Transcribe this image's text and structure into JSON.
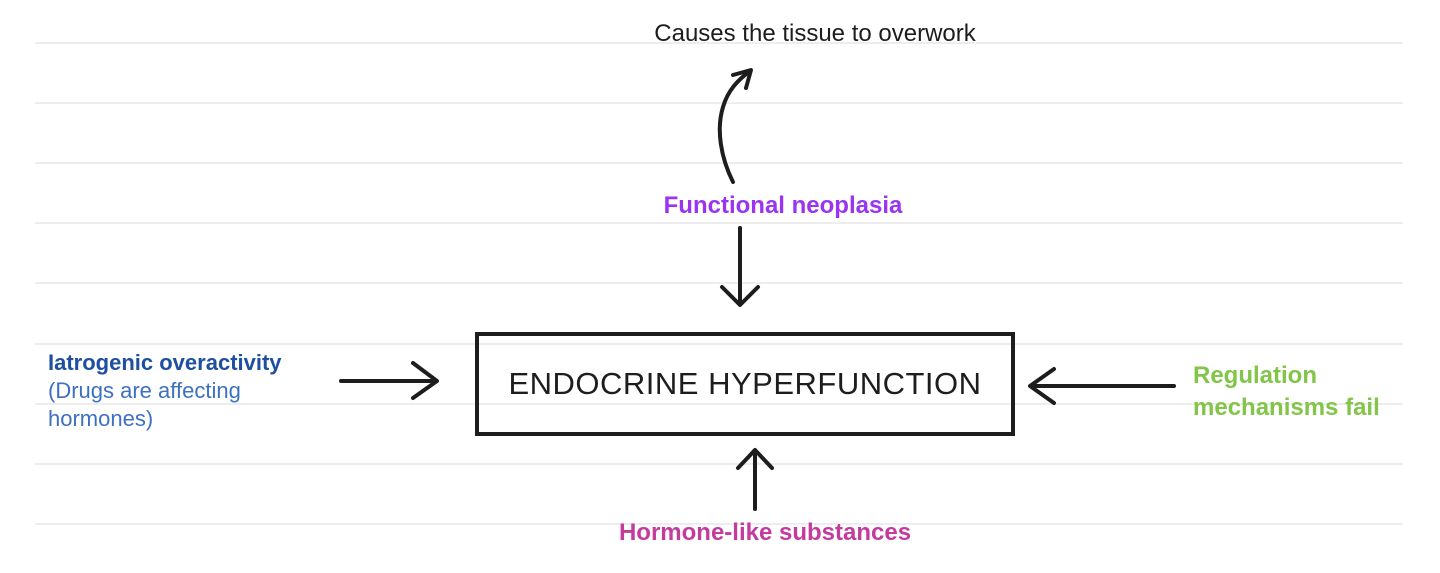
{
  "diagram": {
    "title_hint": "Concept map of causes of endocrine hyperfunction on ruled notebook background",
    "center_box": {
      "label": "ENDOCRINE HYPERFUNCTION",
      "text_color": "#1d1d1d",
      "border_color": "#1d1d1d"
    },
    "top_note": {
      "text": "Causes the tissue to overwork",
      "color": "#1d1d1d"
    },
    "functional_neoplasia": {
      "label": "Functional neoplasia",
      "color": "#9a34f0"
    },
    "iatrogenic": {
      "title": "Iatrogenic overactivity",
      "subtitle_line1": "(Drugs are affecting",
      "subtitle_line2": "hormones)",
      "title_color": "#1e4fa1",
      "subtitle_color": "#3e70c1"
    },
    "regulation": {
      "line1": "Regulation",
      "line2": "mechanisms fail",
      "color": "#82c548"
    },
    "hormone_like": {
      "label": "Hormone-like substances",
      "color": "#c43a9d"
    },
    "arrow_color": "#1d1d1d",
    "ruled_line_color": "#ededed"
  }
}
